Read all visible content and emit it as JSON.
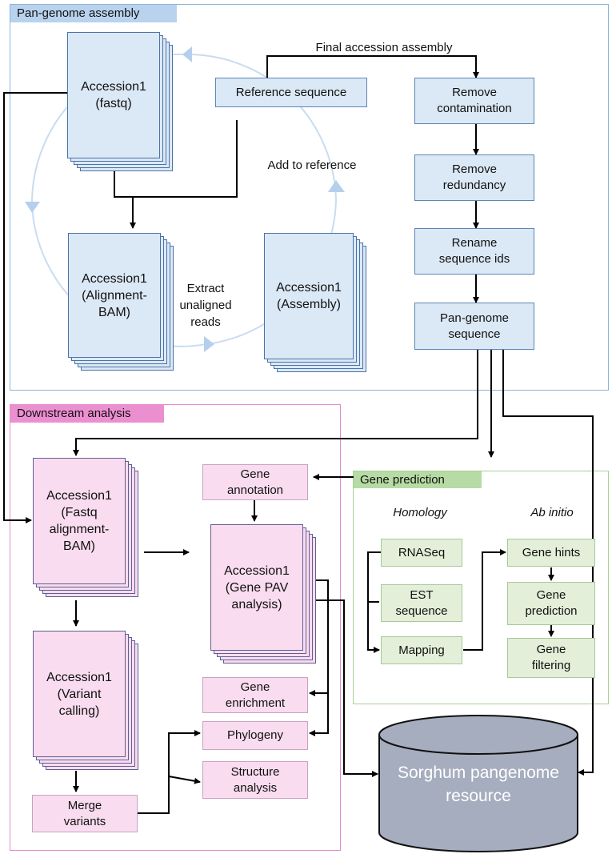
{
  "sections": {
    "assembly": "Pan-genome assembly",
    "downstream": "Downstream analysis",
    "gene_prediction": "Gene prediction"
  },
  "assembly": {
    "accession_fastq": "Accession1\n(fastq)",
    "reference_sequence": "Reference sequence",
    "alignment_bam": "Accession1\n(Alignment-\nBAM)",
    "assembly_stack": "Accession1\n(Assembly)",
    "extract_unaligned": "Extract\nunaligned\nreads",
    "add_to_reference": "Add to reference",
    "final_accession": "Final accession assembly",
    "remove_contamination": "Remove\ncontamination",
    "remove_redundancy": "Remove\nredundancy",
    "rename_ids": "Rename\nsequence ids",
    "pangenome_sequence": "Pan-genome\nsequence"
  },
  "downstream": {
    "fastq_alignment": "Accession1\n(Fastq\nalignment-\nBAM)",
    "variant_calling": "Accession1\n(Variant\ncalling)",
    "merge_variants": "Merge\nvariants",
    "gene_annotation": "Gene\nannotation",
    "gene_pav": "Accession1\n(Gene PAV\nanalysis)",
    "gene_enrichment": "Gene\nenrichment",
    "phylogeny": "Phylogeny",
    "structure_analysis": "Structure\nanalysis"
  },
  "gene_prediction": {
    "homology": "Homology",
    "ab_initio": "Ab initio",
    "rnaseq": "RNASeq",
    "est_sequence": "EST\nsequence",
    "mapping": "Mapping",
    "gene_hints": "Gene hints",
    "gene_prediction_step": "Gene\nprediction",
    "gene_filtering": "Gene\nfiltering"
  },
  "resource": {
    "label": "Sorghum pangenome\nresource"
  },
  "colors": {
    "blue_fill": "#dbe8f5",
    "pink_fill": "#f9dcef",
    "green_fill": "#e3efd9",
    "database_fill": "#a6adbf"
  }
}
